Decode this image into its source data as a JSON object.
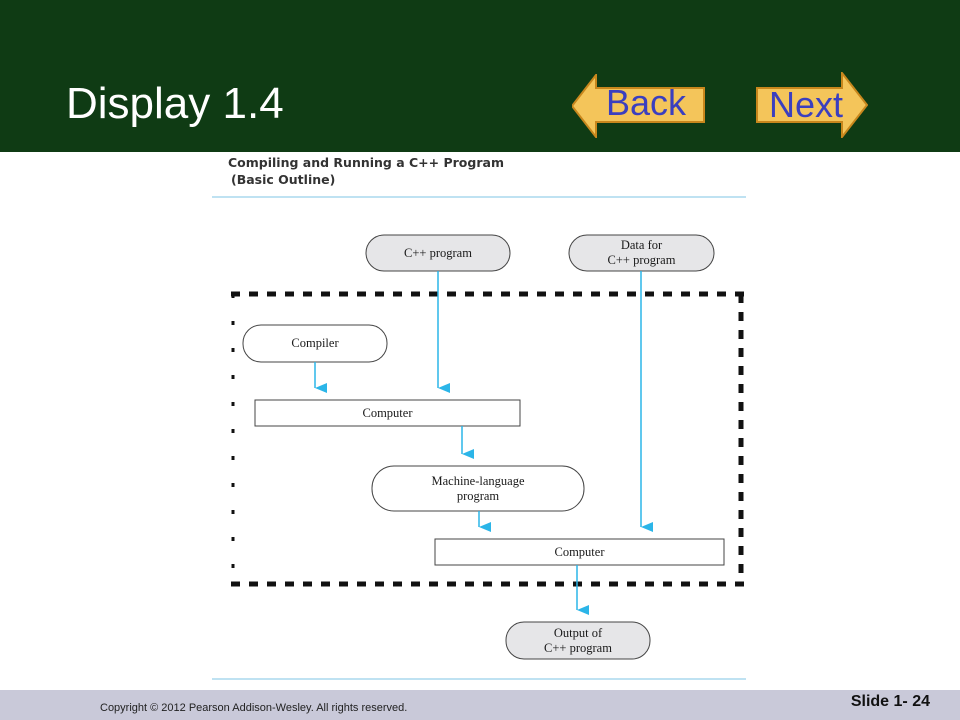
{
  "slide": {
    "title": "Display 1.4",
    "back_label": "Back",
    "next_label": "Next"
  },
  "figure": {
    "title_line1": "Compiling and Running a C++ Program",
    "title_line2": "(Basic Outline)",
    "nodes": {
      "cpp_program": "C++ program",
      "data_line1": "Data for",
      "data_line2": "C++ program",
      "compiler": "Compiler",
      "computer1": "Computer",
      "machine_line1": "Machine-language",
      "machine_line2": "program",
      "computer2": "Computer",
      "output_line1": "Output of",
      "output_line2": "C++ program"
    }
  },
  "footer": {
    "copyright": "Copyright © 2012 Pearson Addison-Wesley.  All rights reserved.",
    "slide_number": "Slide 1- 24"
  },
  "colors": {
    "header_bg": "#0f3b14",
    "button_fill": "#f4c55a",
    "button_border": "#c8871d",
    "arrow": "#2bb5e8",
    "node_fill": "#e6e6e8",
    "footer_bg": "#c9c9d9"
  }
}
